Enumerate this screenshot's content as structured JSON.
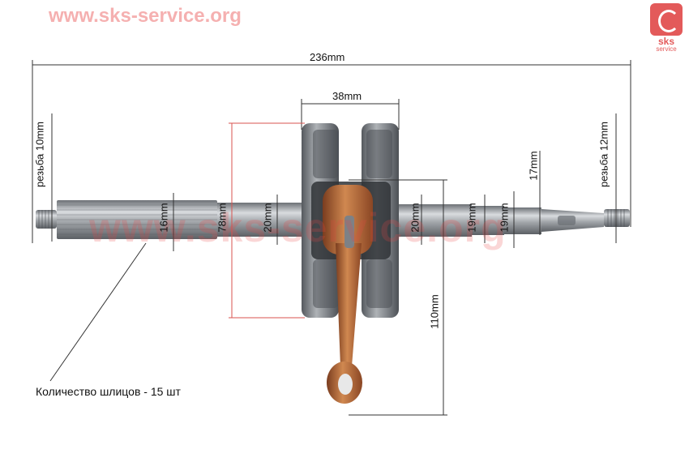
{
  "watermark": {
    "site": "www.sks-service.org",
    "center": "www.sks-service.org",
    "logo_line1": "sks",
    "logo_line2": "service"
  },
  "dimensions": {
    "overall_length": "236mm",
    "flywheel_width": "38mm",
    "left_thread": "резьба 10mm",
    "right_thread": "резьба 12mm",
    "spline_dia": "16mm",
    "flywheel_dia": "78mm",
    "left_bearing_dia": "20mm",
    "right_bearing_dia": "20mm",
    "rod_length": "110mm",
    "shaft_dia_a": "19mm",
    "shaft_dia_b": "19mm",
    "taper_dia": "17mm"
  },
  "note": "Количество шлицов - 15 шт",
  "colors": {
    "steel": "#9a9ea3",
    "copper": "#b8683a",
    "dim_line": "#333333",
    "accent_line": "#d9534f"
  }
}
